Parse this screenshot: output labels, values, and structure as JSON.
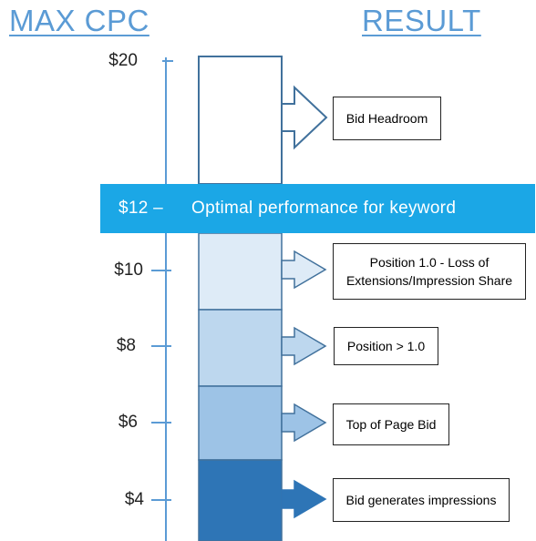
{
  "headers": {
    "left": "MAX CPC",
    "right": "RESULT"
  },
  "axis_labels": [
    "$20",
    "$10",
    "$8",
    "$6",
    "$4"
  ],
  "banner": {
    "value": "$12 –",
    "text": "Optimal performance for keyword"
  },
  "results": [
    "Bid Headroom",
    "Position 1.0 - Loss of Extensions/Impression Share",
    "Position > 1.0",
    "Top of Page Bid",
    "Bid generates impressions"
  ],
  "colors": {
    "accent": "#5b9bd5",
    "banner": "#1ba7e6",
    "segment_lightest": "#deebf7",
    "segment_light": "#bdd7ee",
    "segment_medium": "#9dc3e6",
    "segment_dark": "#2e75b6",
    "outline": "#41719c"
  }
}
